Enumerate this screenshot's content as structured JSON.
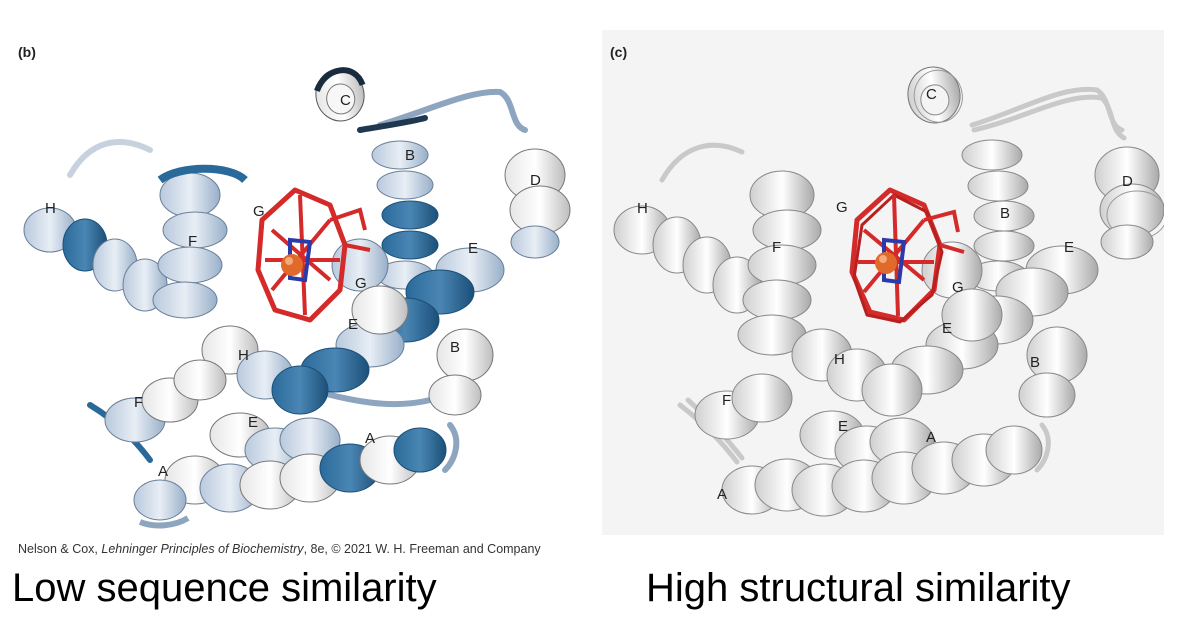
{
  "panel_b": {
    "letter": "(b)",
    "helix_labels": [
      "C",
      "B",
      "D",
      "H",
      "G",
      "F",
      "E",
      "G",
      "E",
      "H",
      "B",
      "F",
      "E",
      "A",
      "A"
    ]
  },
  "panel_c": {
    "letter": "(c)",
    "helix_labels": [
      "C",
      "H",
      "G",
      "F",
      "B",
      "D",
      "E",
      "G",
      "E",
      "H",
      "B",
      "F",
      "E",
      "A",
      "A"
    ]
  },
  "credit": {
    "prefix": "Nelson & Cox, ",
    "title": "Lehninger Principles of Biochemistry",
    "suffix": ", 8e, © 2021 W. H. Freeman and Company"
  },
  "captions": {
    "left": "Low sequence similarity",
    "right": "High structural similarity"
  },
  "colors": {
    "helix_light": "#c7d3e2",
    "helix_blue": "#2a6a9a",
    "helix_dark": "#1b2b3e",
    "helix_grey": "#dadada",
    "heme": "#d42a2a",
    "iron": "#e06a2a",
    "nitrogen": "#2b3aa8"
  }
}
